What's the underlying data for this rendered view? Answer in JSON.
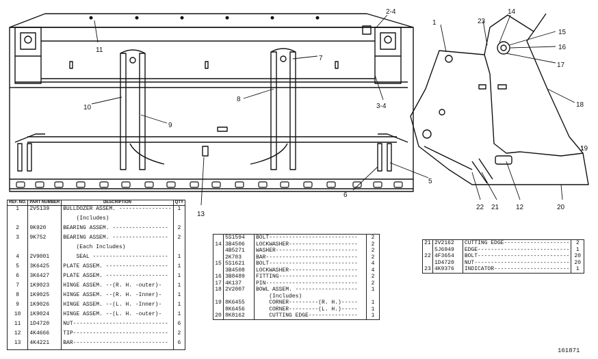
{
  "callouts": [
    "1",
    "2-4",
    "3-4",
    "5",
    "6",
    "7",
    "8",
    "9",
    "10",
    "11",
    "12",
    "13",
    "14",
    "15",
    "16",
    "17",
    "18",
    "19",
    "20",
    "21",
    "22",
    "23"
  ],
  "table1": {
    "headers": {
      "ref": "REF. NO.",
      "part": "PART NUMBER",
      "desc": "DESCRIPTION",
      "qty": "QTY"
    },
    "rows": [
      {
        "ref": "1",
        "part": "2V5139",
        "desc": "BULLDOZER ASSEM. ----------------",
        "qty": "1"
      },
      {
        "ref": "",
        "part": "",
        "desc": "    (Includes)",
        "qty": ""
      },
      {
        "ref": "2",
        "part": "9K920",
        "desc": "BEARING ASSEM. -----------------",
        "qty": "2"
      },
      {
        "ref": "3",
        "part": "9K752",
        "desc": "BEARING ASSEM. -----------------",
        "qty": "2"
      },
      {
        "ref": "",
        "part": "",
        "desc": "    (Each Includes)",
        "qty": ""
      },
      {
        "ref": "4",
        "part": "2V9001",
        "desc": "    SEAL -----------------------",
        "qty": "1"
      },
      {
        "ref": "5",
        "part": "3K6425",
        "desc": "PLATE ASSEM. -------------------",
        "qty": "1"
      },
      {
        "ref": "6",
        "part": "3K6427",
        "desc": "PLATE ASSEM. -------------------",
        "qty": "1"
      },
      {
        "ref": "7",
        "part": "1K9023",
        "desc": "HINGE ASSEM. --(R. H. -outer)-",
        "qty": "1"
      },
      {
        "ref": "8",
        "part": "1K9025",
        "desc": "HINGE ASSEM. --(R. H. -Inner)-",
        "qty": "1"
      },
      {
        "ref": "9",
        "part": "1K9026",
        "desc": "HINGE ASSEM. --(L. H. -Inner)-",
        "qty": "1"
      },
      {
        "ref": "10",
        "part": "1K9024",
        "desc": "HINGE ASSEM. --(L. H. -outer)-",
        "qty": "1"
      },
      {
        "ref": "11",
        "part": "1D4720",
        "desc": "NUT-----------------------------",
        "qty": "6"
      },
      {
        "ref": "12",
        "part": "4K4666",
        "desc": "TIP-----------------------------",
        "qty": "2"
      },
      {
        "ref": "13",
        "part": "4K4221",
        "desc": "BAR-----------------------------",
        "qty": "6"
      }
    ]
  },
  "table2": {
    "rows": [
      {
        "ref": "",
        "part": "5S1594",
        "desc": "BOLT---------------------------",
        "qty": "2"
      },
      {
        "ref": "14",
        "part": "3B4506",
        "desc": "LOCKWASHER---------------------",
        "qty": "2"
      },
      {
        "ref": "",
        "part": "4B5271",
        "desc": "WASHER-------------------------",
        "qty": "2"
      },
      {
        "ref": "",
        "part": "2K703",
        "desc": "BAR----------------------------",
        "qty": "2"
      },
      {
        "ref": "15",
        "part": "5S1621",
        "desc": "BOLT---------------------------",
        "qty": "4"
      },
      {
        "ref": "",
        "part": "3B4508",
        "desc": "LOCKWASHER---------------------",
        "qty": "4"
      },
      {
        "ref": "16",
        "part": "3B8489",
        "desc": "FITTING------------------------",
        "qty": "2"
      },
      {
        "ref": "17",
        "part": "4K137",
        "desc": "PIN----------------------------",
        "qty": "2"
      },
      {
        "ref": "18",
        "part": "2V2007",
        "desc": "BOWL ASSEM. -------------------",
        "qty": "1"
      },
      {
        "ref": "",
        "part": "",
        "desc": "    (Includes)",
        "qty": ""
      },
      {
        "ref": "19",
        "part": "8K6455",
        "desc": "    CORNER---------(R. H.)-----",
        "qty": "1"
      },
      {
        "ref": "",
        "part": "8K6456",
        "desc": "    CORNER---------(L. H.)-----",
        "qty": "1"
      },
      {
        "ref": "20",
        "part": "8K8162",
        "desc": "    CUTTING EDGE---------------",
        "qty": "1"
      }
    ]
  },
  "table3": {
    "rows": [
      {
        "ref": "21",
        "part": "2V2162",
        "desc": "CUTTING EDGE--------------------",
        "qty": "2"
      },
      {
        "ref": "",
        "part": "5J6949",
        "desc": "EDGE----------------------------",
        "qty": "1"
      },
      {
        "ref": "22",
        "part": "4F3654",
        "desc": "BOLT----------------------------",
        "qty": "20"
      },
      {
        "ref": "",
        "part": "1D4720",
        "desc": "NUT-----------------------------",
        "qty": "20"
      },
      {
        "ref": "23",
        "part": "4K9376",
        "desc": "INDICATOR-----------------------",
        "qty": "1"
      }
    ]
  },
  "sheet_number": "161871"
}
